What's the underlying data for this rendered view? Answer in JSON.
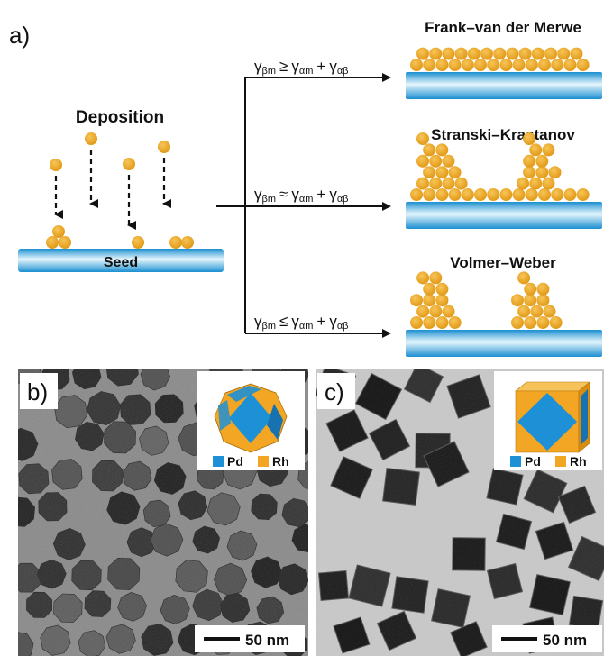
{
  "panel_a": {
    "label": "a)",
    "deposition_title": "Deposition",
    "seed_label": "Seed",
    "growth_modes": [
      {
        "title": "Frank–van der Merwe",
        "condition_left": "γ",
        "condition_left_sub": "βm",
        "relation": "≥",
        "term1": "γ",
        "term1_sub": "αm",
        "plus": "+",
        "term2": "γ",
        "term2_sub": "αβ"
      },
      {
        "title": "Stranski–Krastanov",
        "condition_left": "γ",
        "condition_left_sub": "βm",
        "relation": "≈",
        "term1": "γ",
        "term1_sub": "αm",
        "plus": "+",
        "term2": "γ",
        "term2_sub": "αβ"
      },
      {
        "title": "Volmer–Weber",
        "condition_left": "γ",
        "condition_left_sub": "βm",
        "relation": "≤",
        "term1": "γ",
        "term1_sub": "αm",
        "plus": "+",
        "term2": "γ",
        "term2_sub": "αβ"
      }
    ]
  },
  "panel_b": {
    "label": "b)",
    "legend": [
      {
        "name": "Pd",
        "color": "#1e90d6"
      },
      {
        "name": "Rh",
        "color": "#f2a623"
      }
    ],
    "scale_bar": "50 nm"
  },
  "panel_c": {
    "label": "c)",
    "legend": [
      {
        "name": "Pd",
        "color": "#1e90d6"
      },
      {
        "name": "Rh",
        "color": "#f2a623"
      }
    ],
    "scale_bar": "50 nm"
  },
  "colors": {
    "atom": "#e8a21e",
    "atom_stroke": "#b87a10",
    "substrate": "#1f9fd8",
    "substrate_light": "#dff3fc"
  }
}
